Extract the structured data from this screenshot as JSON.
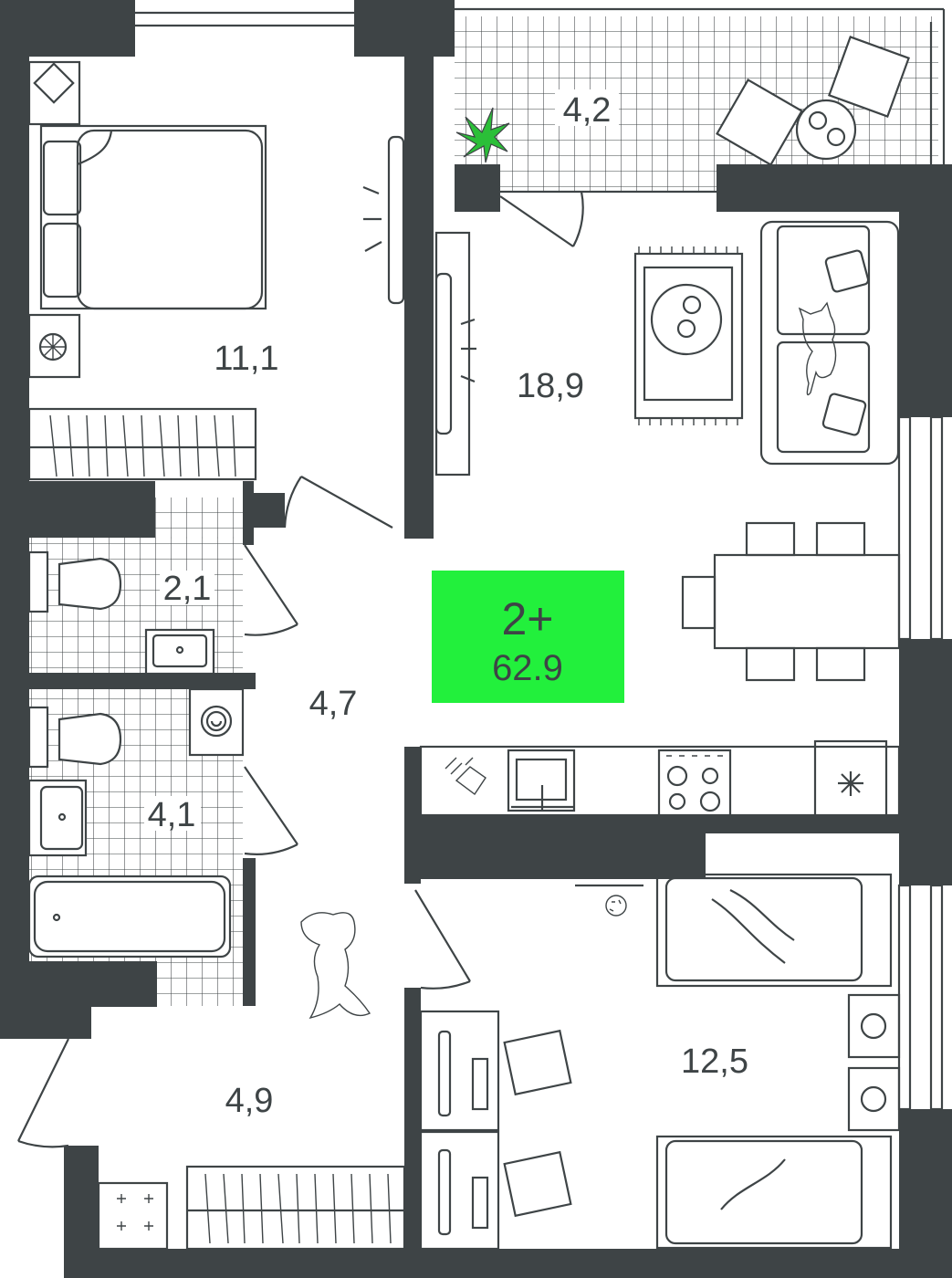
{
  "plan": {
    "badge": {
      "rooms": "2+",
      "area": "62.9",
      "color": "#22f03c"
    },
    "wall_color": "#3e4446",
    "rooms": [
      {
        "id": "bedroom",
        "area": "11,1"
      },
      {
        "id": "balcony",
        "area": "4,2"
      },
      {
        "id": "living-kitchen",
        "area": "18,9"
      },
      {
        "id": "toilet",
        "area": "2,1"
      },
      {
        "id": "corridor",
        "area": "4,7"
      },
      {
        "id": "bathroom",
        "area": "4,1"
      },
      {
        "id": "hall",
        "area": "4,9"
      },
      {
        "id": "kids-room",
        "area": "12,5"
      }
    ]
  }
}
